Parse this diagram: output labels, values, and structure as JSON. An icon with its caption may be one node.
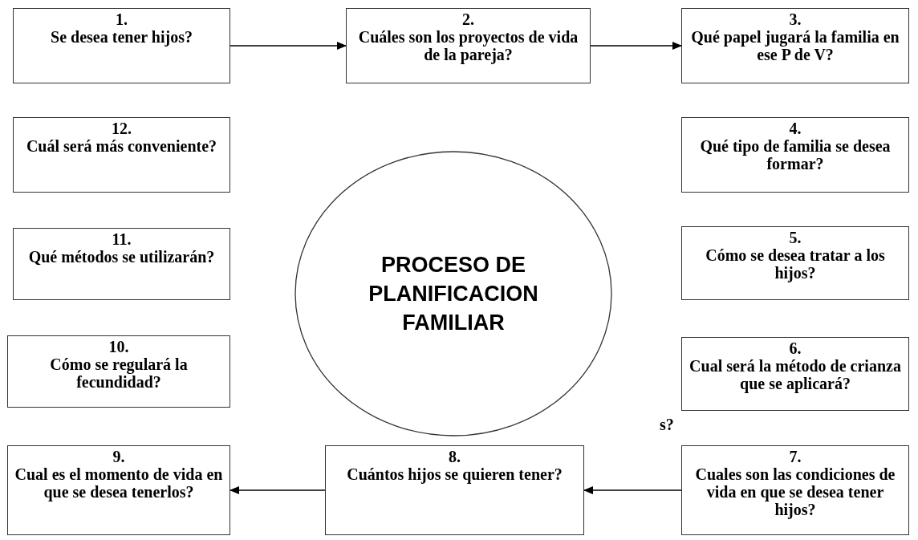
{
  "diagram": {
    "nodes": [
      {
        "text": [
          "1.",
          "Se desea tener hijos?"
        ]
      },
      {
        "text": [
          "2.",
          "Cuáles son los proyectos de vida de la pareja?"
        ]
      },
      {
        "text": [
          "3.",
          "Qué papel jugará la familia en ese P de V?"
        ]
      },
      {
        "text": [
          "4.",
          "Qué tipo de familia se desea formar?"
        ]
      },
      {
        "text": [
          "5.",
          "Cómo se desea tratar a los hijos?"
        ]
      },
      {
        "text": [
          "6.",
          "Cual será la método de crianza que se aplicará?"
        ]
      },
      {
        "text": [
          "7.",
          "Cuales son las condiciones de vida en que se desea tener hijos?"
        ]
      },
      {
        "text": [
          "8.",
          "Cuántos hijos se quieren tener?"
        ]
      },
      {
        "text": [
          "9.",
          "Cual es el momento de vida en que se desea tenerlos?"
        ]
      },
      {
        "text": [
          "10.",
          "Cómo se regulará la fecundidad?"
        ]
      },
      {
        "text": [
          "11.",
          "Qué métodos se utilizarán?"
        ]
      },
      {
        "text": [
          "12.",
          "Cuál será más conveniente?"
        ]
      },
      {
        "text": [
          "PROCESO DE PLANIFICACION FAMILIAR"
        ]
      }
    ],
    "edges": [
      {
        "from": 0,
        "to": 1,
        "arrow": "to"
      },
      {
        "from": 1,
        "to": 2,
        "arrow": "to"
      },
      {
        "from": 6,
        "to": 7,
        "arrow": "to"
      },
      {
        "from": 7,
        "to": 8,
        "arrow": "to"
      }
    ],
    "labels": [
      "s?"
    ]
  }
}
